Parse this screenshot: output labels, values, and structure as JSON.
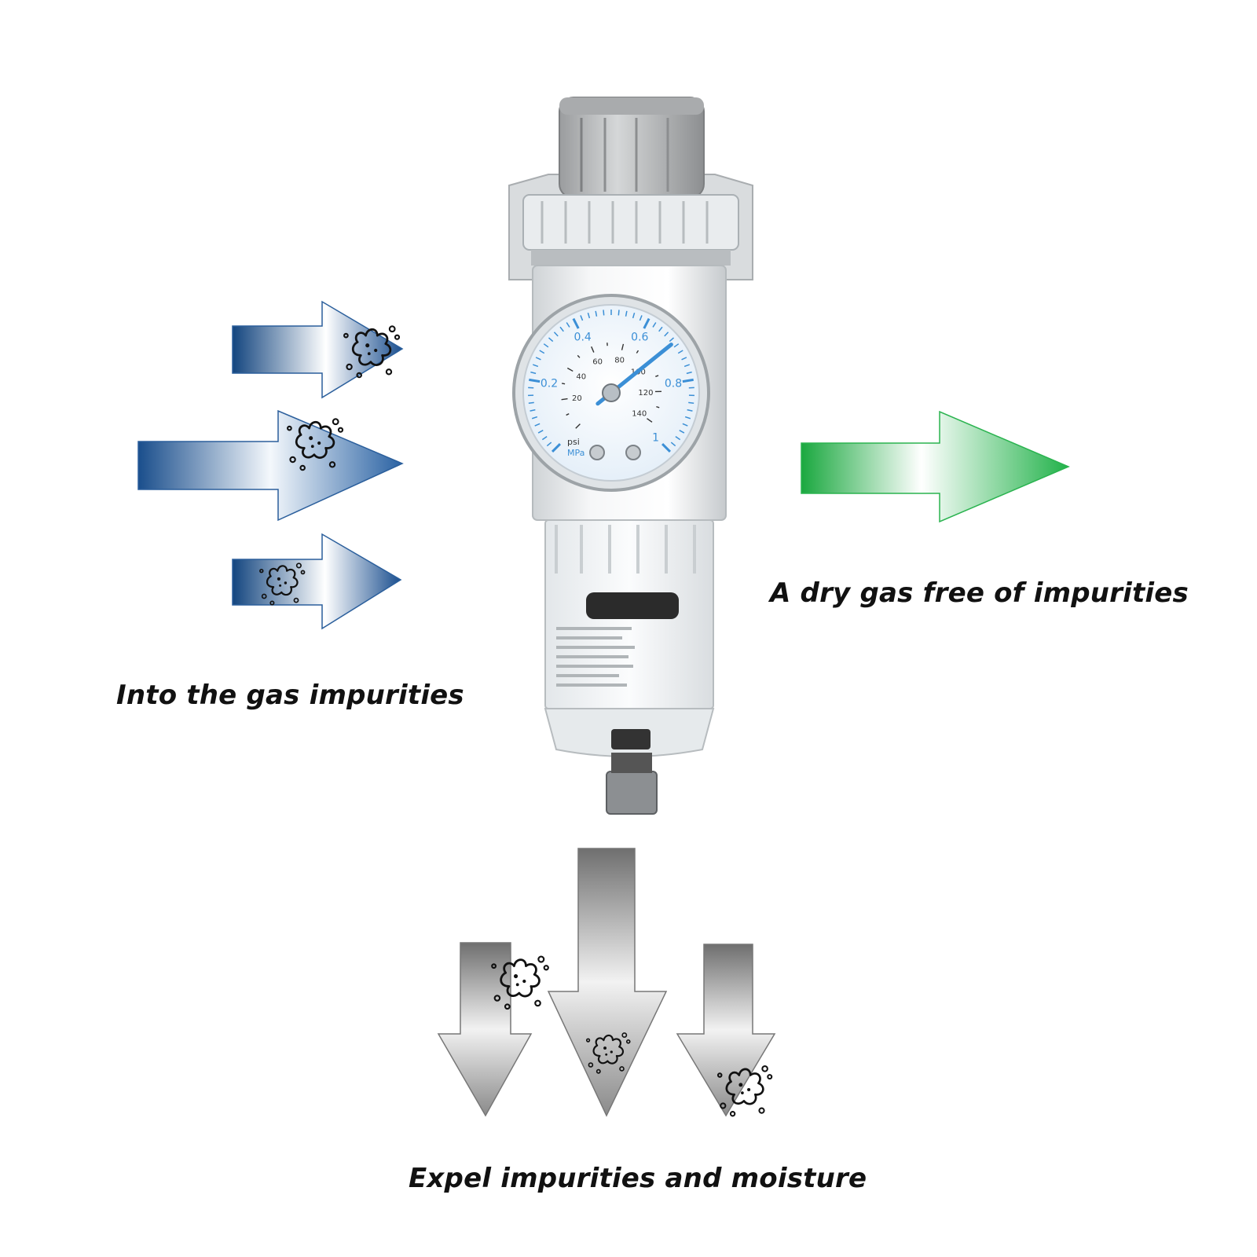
{
  "captions": {
    "inlet": "Into the gas impurities",
    "outlet": "A dry gas free of impurities",
    "drain": "Expel impurities and moisture"
  },
  "gauge": {
    "mpa_labels": [
      "0.2",
      "0.4",
      "0.6",
      "0.8",
      "1"
    ],
    "psi_labels": [
      "20",
      "40",
      "60",
      "80",
      "100",
      "120",
      "140"
    ],
    "units_psi": "psi",
    "units_mpa": "MPa",
    "needle_reading_psi": 100
  },
  "icons": {
    "inlet_arrows": "arrow-right-icon",
    "outlet_arrow": "arrow-right-icon",
    "drain_arrows": "arrow-down-icon",
    "particles": "impurity-particle-icon"
  },
  "colors": {
    "inlet_blue": "#1b4f8f",
    "outlet_green": "#21b24a",
    "drain_gray": "#6e6e6e",
    "gauge_blue": "#3b8fd6",
    "text": "#111111"
  }
}
